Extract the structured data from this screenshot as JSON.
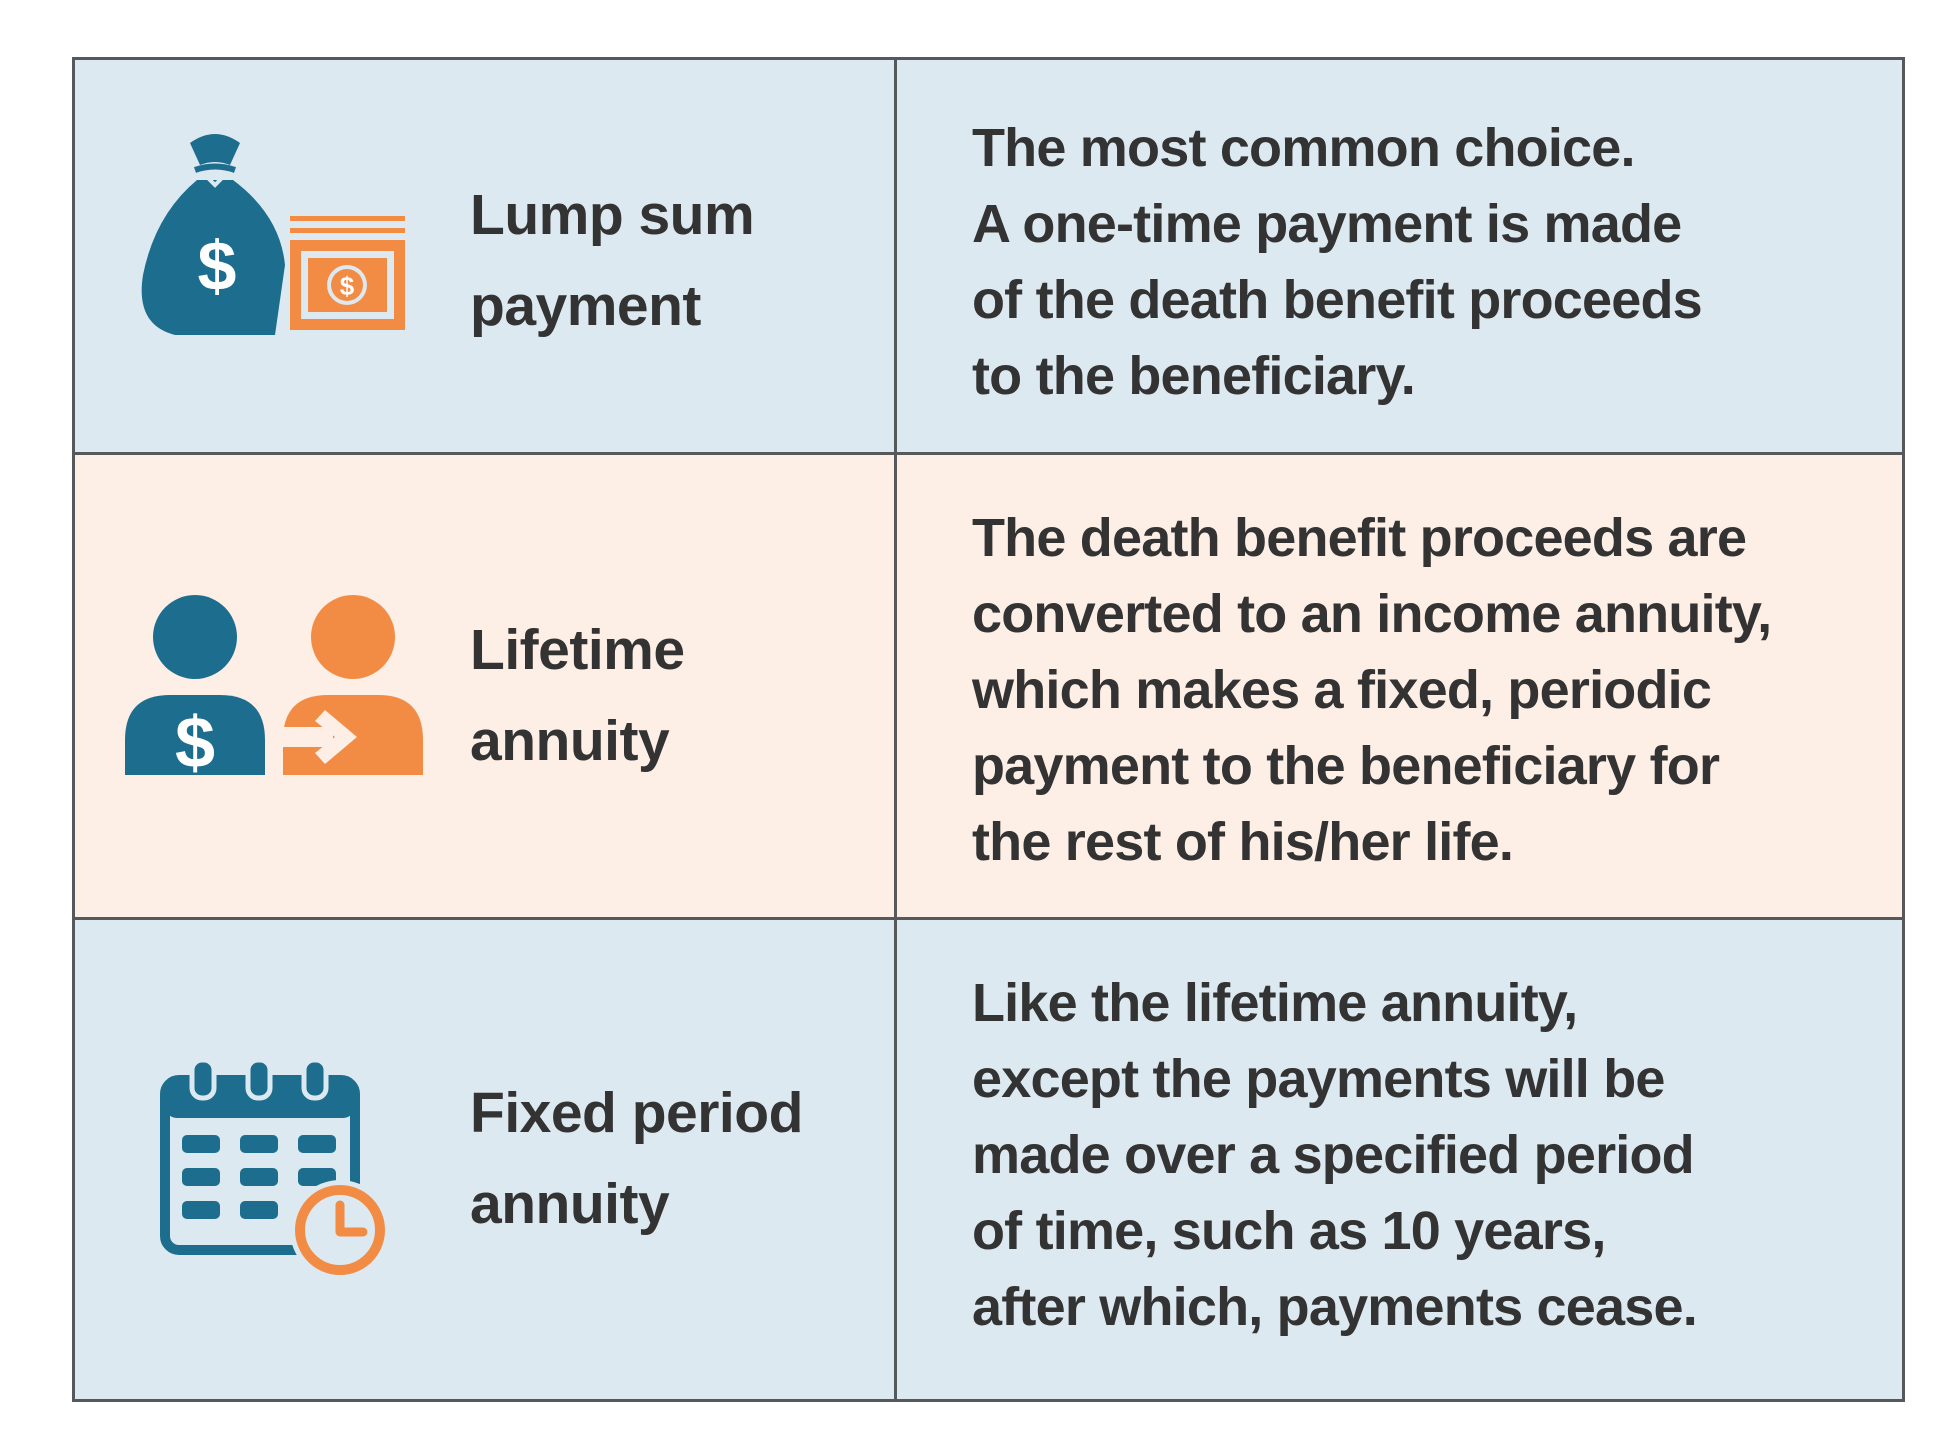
{
  "colors": {
    "blue_row": "#dde9f0",
    "peach_row": "#fdeee6",
    "icon_teal": "#1d6e8e",
    "icon_orange": "#f28c45",
    "text": "#333333",
    "border": "#55595c"
  },
  "options": [
    {
      "icon": "money-bag-and-bill-icon",
      "label": "Lump sum\npayment",
      "description_lines": [
        "The most common choice.",
        "A one-time payment is made",
        "of the death benefit proceeds",
        "to the beneficiary."
      ]
    },
    {
      "icon": "people-exchange-icon",
      "label": "Lifetime\nannuity",
      "description_lines": [
        "The death benefit proceeds are",
        "converted to an income annuity,",
        "which makes a fixed, periodic",
        "payment to the beneficiary for",
        "the rest of his/her life."
      ]
    },
    {
      "icon": "calendar-clock-icon",
      "label": "Fixed period\nannuity",
      "description_lines": [
        "Like the lifetime annuity,",
        "except the payments will be",
        "made over a specified period",
        "of time, such as 10 years,",
        "after which, payments cease."
      ]
    }
  ]
}
